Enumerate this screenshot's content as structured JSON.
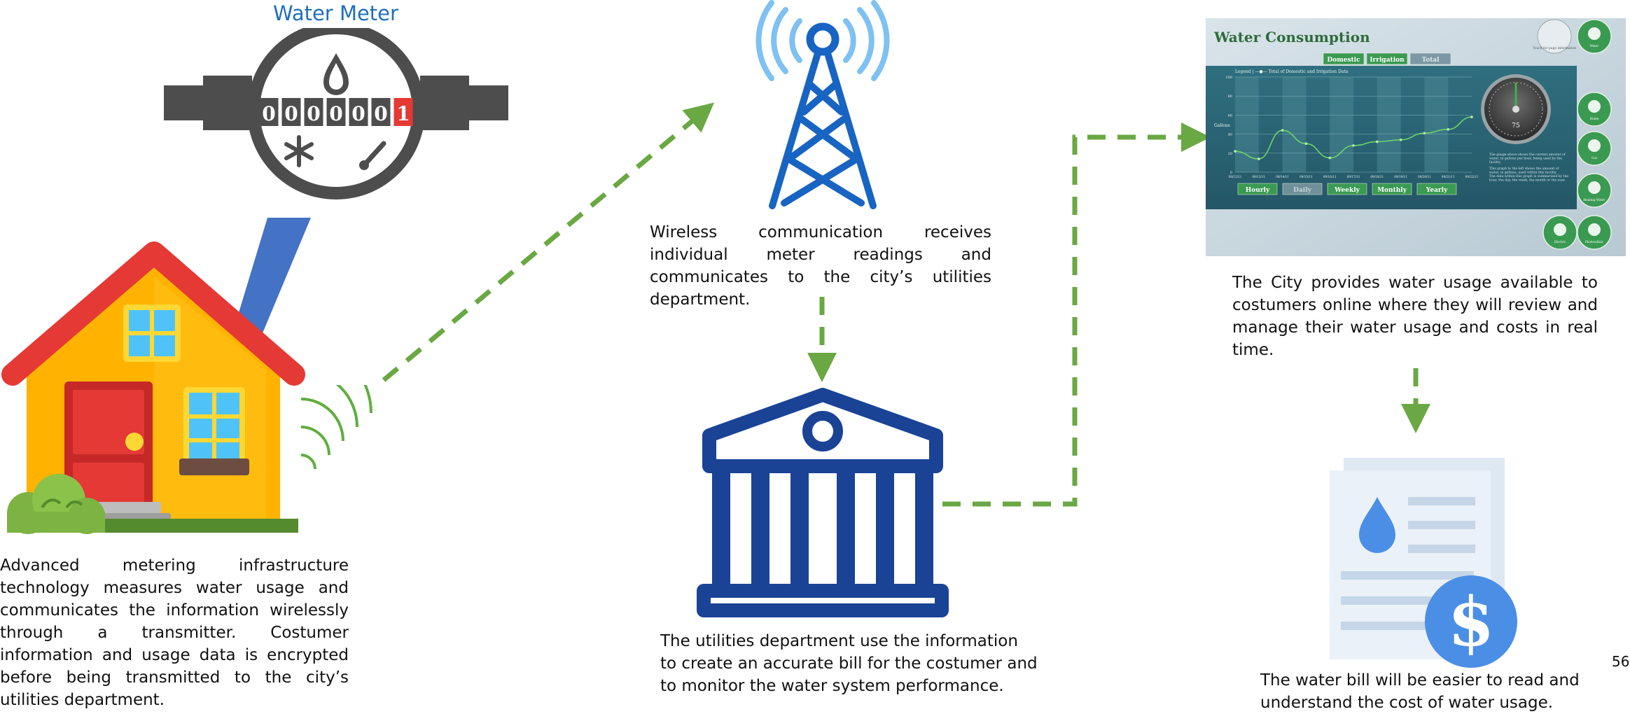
{
  "meter": {
    "title": "Water Meter",
    "digits": [
      "0",
      "0",
      "0",
      "0",
      "0",
      "0",
      "1"
    ]
  },
  "captions": {
    "house": "Advanced metering infrastructure technology measures water usage and communicates the information wirelessly through a transmitter. Costumer information and usage data is encrypted before being transmitted to the city’s utilities department.",
    "tower": "Wireless communication receives individual meter readings and communicates to the city’s utilities department.",
    "utilities": "The utilities department use the information to create an accurate bill for the costumer and to monitor the water system performance.",
    "online": "The City provides water usage available to costumers online where they will review and manage their water usage and costs in real time.",
    "bill": "The water bill will be easier to read and understand the cost of water usage."
  },
  "dashboard": {
    "title": "Water Consumption",
    "tabs": [
      "Domestic",
      "Irrigation",
      "Total"
    ],
    "legend": "Legend | —●— Total of Domestic and Irrigation Data",
    "y_label": "Gallons",
    "y_ticks": [
      "100",
      "80",
      "60",
      "40",
      "20",
      "0"
    ],
    "x_ticks": [
      "08/12/11",
      "09/13/11",
      "09/14/11",
      "09/15/11",
      "09/16/11",
      "09/17/11",
      "09/18/11",
      "09/19/11",
      "09/20/11",
      "09/21/11",
      "09/22/11"
    ],
    "periods": [
      "Hourly",
      "Daily",
      "Weekly",
      "Monthly",
      "Yearly"
    ],
    "gauge_value": "75",
    "touch_hint": "Touch for page information",
    "side_labels": [
      "Water",
      "Home",
      "Gas",
      "Heating Water",
      "Electric",
      "Photovoltaic"
    ],
    "gauge_note": "The gauge above shows the current amount of water, in gallons per hour, being used by the facility.",
    "graph_note": "This graph to the left shows the amount of water, in gallons, used within this facility. The data within this graph is summarized by the hour, the day, the week, the month or the year.",
    "series_values": [
      22,
      14,
      44,
      30,
      15,
      28,
      32,
      34,
      41,
      45,
      58
    ],
    "ylim": [
      0,
      100
    ]
  },
  "page_number": "56",
  "colors": {
    "arrow": "#6aa843",
    "navy": "#1a4396",
    "tower_blue": "#1864c2",
    "signal_light": "#7ec1f2",
    "meter_gray": "#4d4d4d",
    "wifi_green": "#5fae3d"
  }
}
